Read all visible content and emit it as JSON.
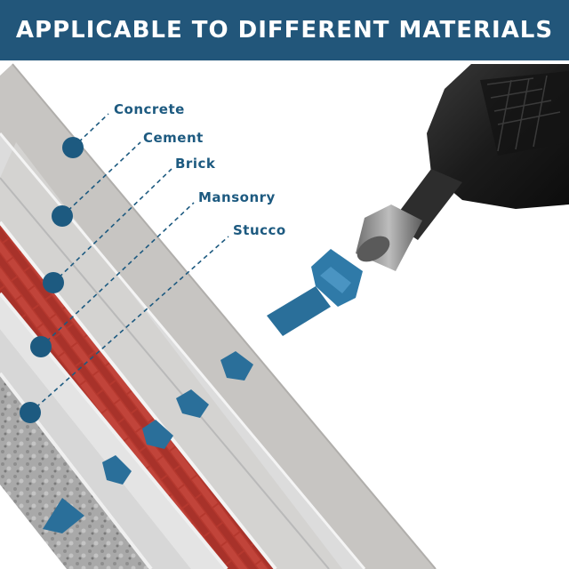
{
  "header": {
    "title": "APPLICABLE TO DIFFERENT MATERIALS"
  },
  "materials": [
    {
      "label": "Concrete"
    },
    {
      "label": "Cement"
    },
    {
      "label": "Brick"
    },
    {
      "label": "Mansonry"
    },
    {
      "label": "Stucco"
    }
  ],
  "colors": {
    "banner": "#22567a",
    "accent": "#1d5a80",
    "anchor": "#2a6f9a",
    "brick": "#b23a30"
  }
}
